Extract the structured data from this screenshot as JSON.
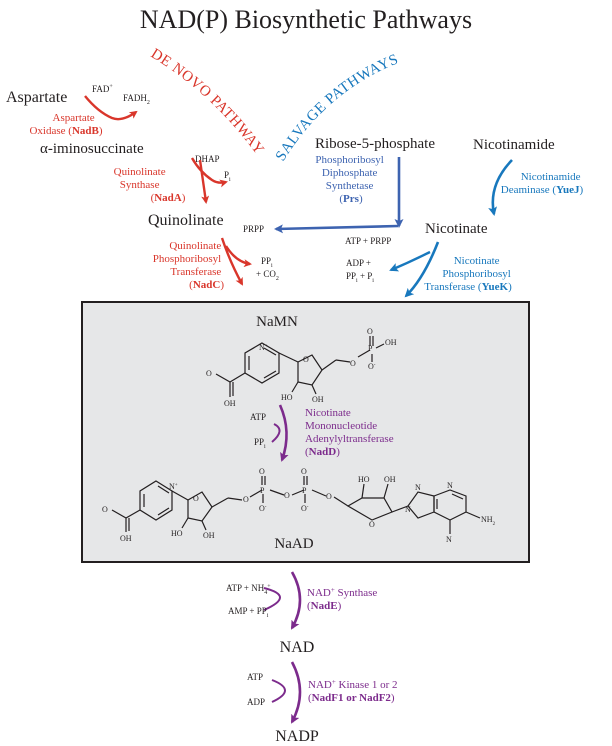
{
  "title": "NAD(P) Biosynthetic Pathways",
  "colors": {
    "de_novo": "#d9362b",
    "salvage_dark": "#3d63b0",
    "salvage_light": "#1878bd",
    "nad": "#7c2b8c",
    "text": "#231f20",
    "box_fill": "#e6e7e8"
  },
  "pathway_labels": {
    "de_novo": "DE NOVO PATHWAY",
    "salvage": "SALVAGE PATHWAYS"
  },
  "compounds": {
    "aspartate": "Aspartate",
    "iminosuccinate": "α-iminosuccinate",
    "quinolinate": "Quinolinate",
    "ribose": "Ribose-5-phosphate",
    "nicotinamide": "Nicotinamide",
    "nicotinate": "Nicotinate",
    "namn": "NaMN",
    "naad": "NaAD",
    "nad": "NAD",
    "nadp": "NADP"
  },
  "cofactors": {
    "fad": "FAD",
    "fad_sup": "+",
    "fadh": "FADH",
    "fadh_sub": "2",
    "dhap": "DHAP",
    "p": "P",
    "i": "i",
    "prpp": "PRPP",
    "pp": "PP",
    "plus_co": "+ CO",
    "co_sub": "2",
    "atp_prpp": "ATP + PRPP",
    "adp_plus": "ADP +",
    "plus": " + ",
    "atp": "ATP",
    "atp_nh": "ATP + NH",
    "nh_sub": "4",
    "nh_sup": "+",
    "amp_pp": "AMP + PP",
    "adp": "ADP"
  },
  "enzymes": {
    "nadb": {
      "lines": [
        "Aspartate",
        "Oxidase ("
      ],
      "bold": "NadB",
      "close": ")"
    },
    "nada": {
      "lines": [
        "Quinolinate",
        "Synthase"
      ],
      "bold": "NadA",
      "open": "(",
      "close": ")"
    },
    "nadc": {
      "lines": [
        "Quinolinate",
        "Phosphoribosyl",
        "Transferase"
      ],
      "bold": "NadC",
      "open": "(",
      "close": ")"
    },
    "prs": {
      "lines": [
        "Phosphoribosyl",
        "Diphosphate",
        "Synthetase"
      ],
      "bold": "Prs",
      "open": "(",
      "close": ")"
    },
    "yuej": {
      "lines": [
        "Nicotinamide",
        "Deaminase ("
      ],
      "bold": "YueJ",
      "close": ")"
    },
    "yuek": {
      "lines": [
        "Nicotinate",
        "Phosphoribosyl",
        "Transferase ("
      ],
      "bold": "YueK",
      "close": ")"
    },
    "nadd": {
      "lines": [
        "Nicotinate",
        "Mononucleotide",
        "Adenylyltransferase"
      ],
      "bold": "NadD",
      "open": "(",
      "close": ")"
    },
    "nade": {
      "line": "NAD",
      "sup": "+",
      "rest": " Synthase",
      "bold": "NadE",
      "open": "(",
      "close": ")"
    },
    "nadf": {
      "line": "NAD",
      "sup": "+",
      "rest": " Kinase 1 or 2",
      "bold": "NadF1 or NadF2",
      "open": "(",
      "close": ")"
    }
  },
  "structure_atoms": {
    "n_plus": "N",
    "plus": "+",
    "o": "O",
    "oh": "OH",
    "ho": "HO",
    "p": "P",
    "o_minus": "O",
    "minus": "-",
    "n": "N",
    "nh2": "NH",
    "nh2_sub": "2"
  }
}
